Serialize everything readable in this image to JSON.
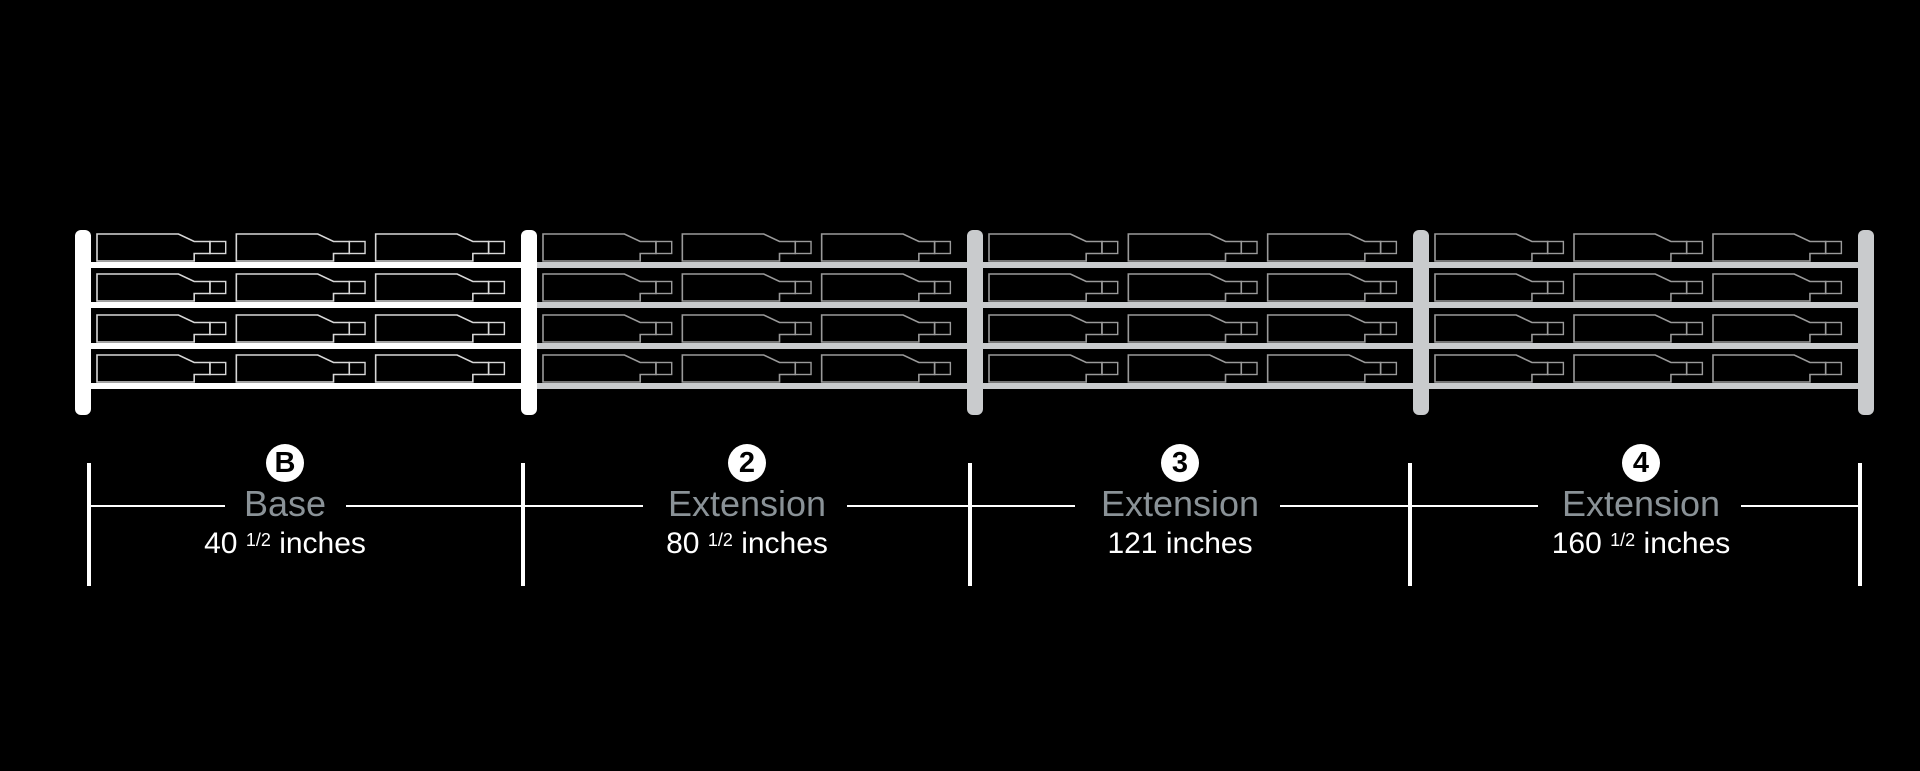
{
  "colors": {
    "background": "#000000",
    "base_frame": "#ffffff",
    "extension_frame": "#c9cbcd",
    "base_bottle": "#d8d8d8",
    "extension_bottle": "#9a9a9a",
    "name_text": "#8a9297",
    "length_text": "#ffffff"
  },
  "rack": {
    "rows": 4,
    "bottles_per_row_per_section": 3,
    "sections": 4
  },
  "modules": [
    {
      "badge": "B",
      "name": "Base",
      "length_whole": "40",
      "length_fraction": "1/2",
      "length_unit": "inches",
      "badge_icon": "circle-letter-b-icon"
    },
    {
      "badge": "2",
      "name": "Extension",
      "length_whole": "80",
      "length_fraction": "1/2",
      "length_unit": "inches",
      "badge_icon": "circle-number-2-icon"
    },
    {
      "badge": "3",
      "name": "Extension",
      "length_whole": "121",
      "length_fraction": "",
      "length_unit": "inches",
      "badge_icon": "circle-number-3-icon"
    },
    {
      "badge": "4",
      "name": "Extension",
      "length_whole": "160",
      "length_fraction": "1/2",
      "length_unit": "inches",
      "badge_icon": "circle-number-4-icon"
    }
  ]
}
